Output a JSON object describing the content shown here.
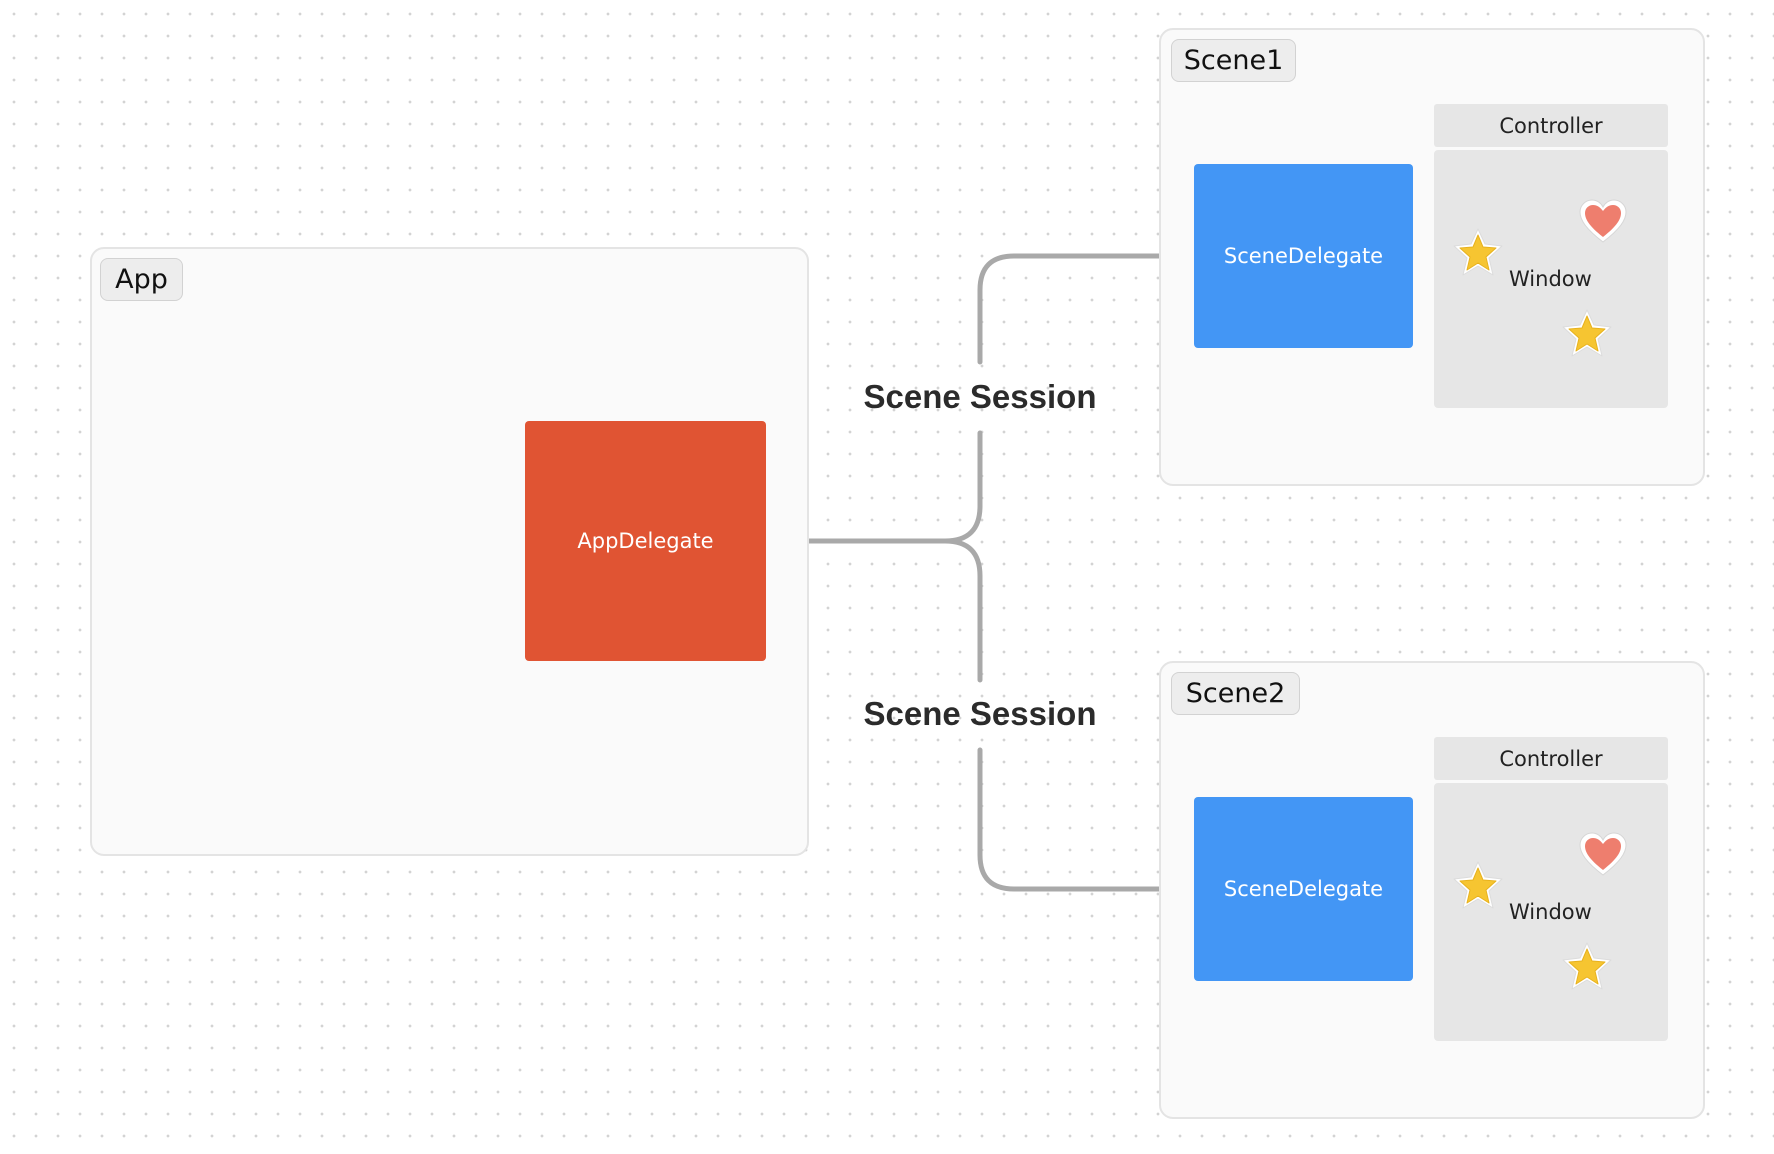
{
  "app": {
    "label": "App",
    "delegate": {
      "label": "AppDelegate",
      "color": "#e05433"
    }
  },
  "sessions": [
    {
      "label": "Scene Session"
    },
    {
      "label": "Scene Session"
    }
  ],
  "scenes": [
    {
      "label": "Scene1",
      "delegate": {
        "label": "SceneDelegate",
        "color": "#4396f5"
      },
      "controller": {
        "label": "Controller"
      },
      "window": {
        "label": "Window"
      },
      "stickers": [
        "heart-sticker",
        "star-sticker",
        "star-sticker"
      ]
    },
    {
      "label": "Scene2",
      "delegate": {
        "label": "SceneDelegate",
        "color": "#4396f5"
      },
      "controller": {
        "label": "Controller"
      },
      "window": {
        "label": "Window"
      },
      "stickers": [
        "heart-sticker",
        "star-sticker",
        "star-sticker"
      ]
    }
  ],
  "connector_color": "#a9a9a9"
}
